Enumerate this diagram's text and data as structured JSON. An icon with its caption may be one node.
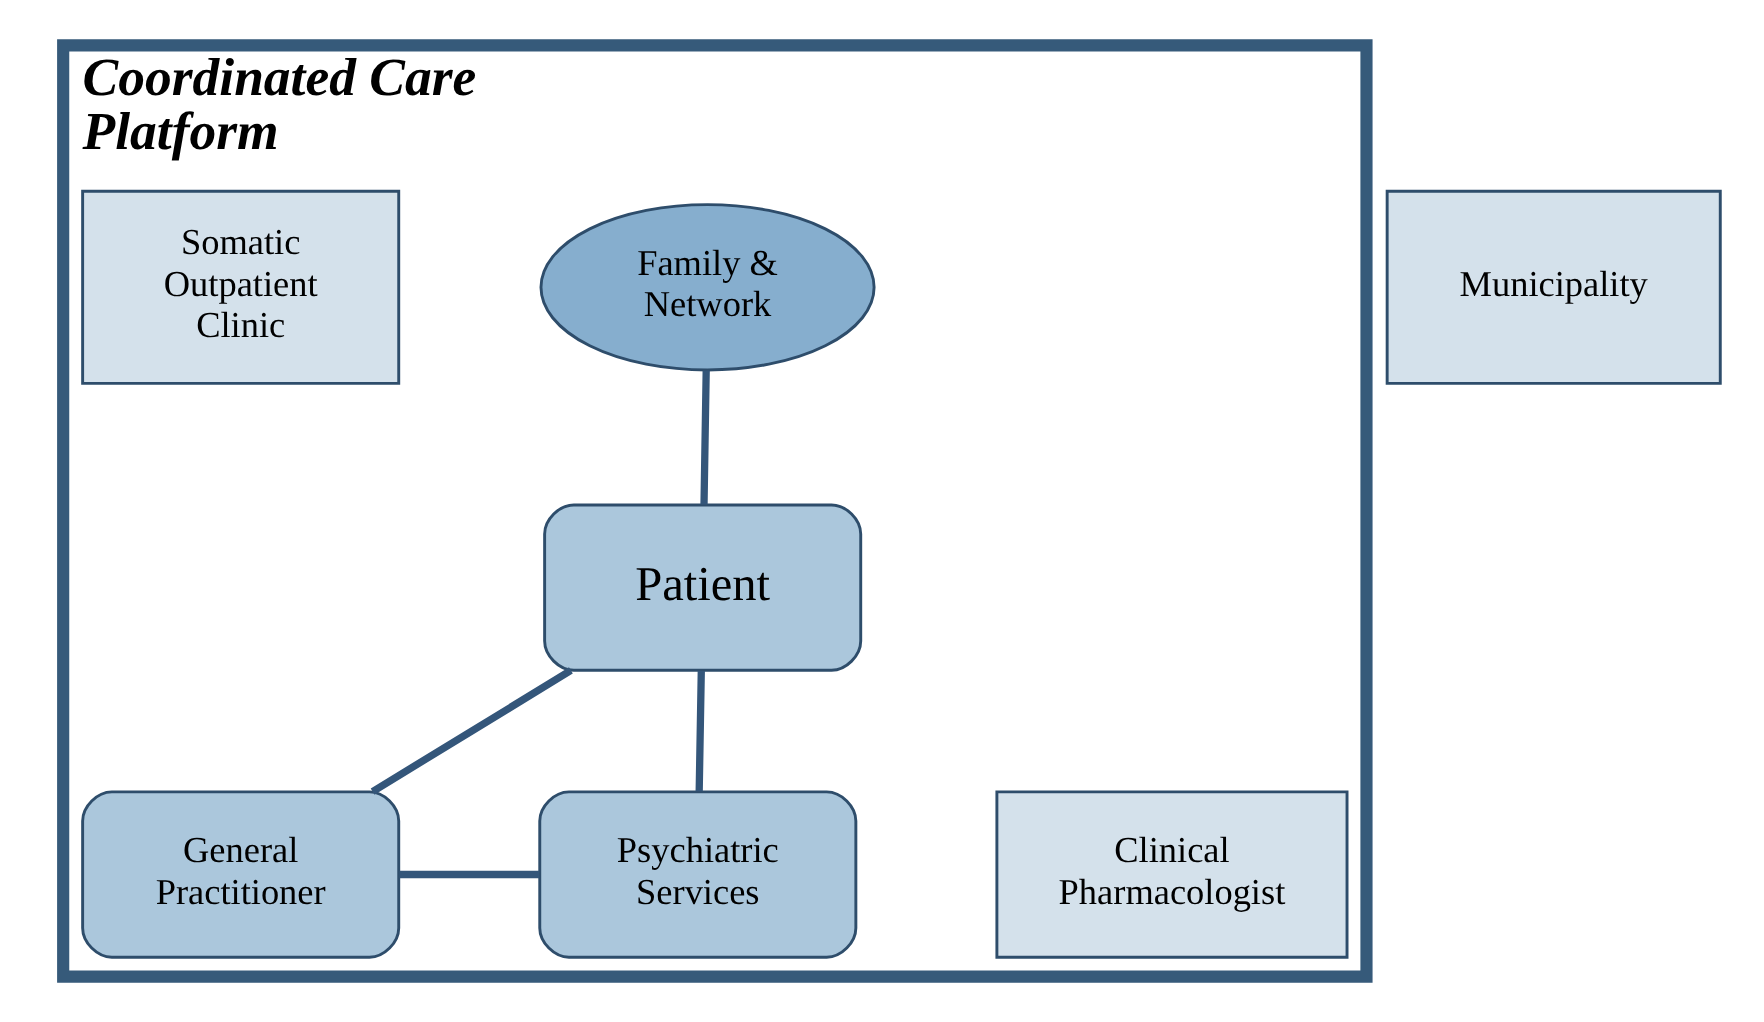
{
  "diagram": {
    "nodes": [
      {
        "text": [
          "Coordinated Care Platform"
        ]
      },
      {
        "text": [
          "Family & Network"
        ],
        "in": 0
      },
      {
        "text": [
          "Somatic Outpatient Clinic"
        ],
        "in": 0
      },
      {
        "text": [
          "Patient"
        ],
        "in": 0
      },
      {
        "text": [
          "Municipality"
        ]
      },
      {
        "text": [
          "General Practitioner"
        ],
        "in": 0
      },
      {
        "text": [
          "Psychiatric Services"
        ],
        "in": 0
      },
      {
        "text": [
          "Clinical Pharmacologist"
        ],
        "in": 0
      }
    ],
    "edges": [
      {
        "from": 1,
        "to": 3,
        "arrow": "none"
      },
      {
        "from": 3,
        "to": 5,
        "arrow": "none"
      },
      {
        "from": 3,
        "to": 6,
        "arrow": "none"
      },
      {
        "from": 5,
        "to": 6,
        "arrow": "none"
      }
    ]
  }
}
